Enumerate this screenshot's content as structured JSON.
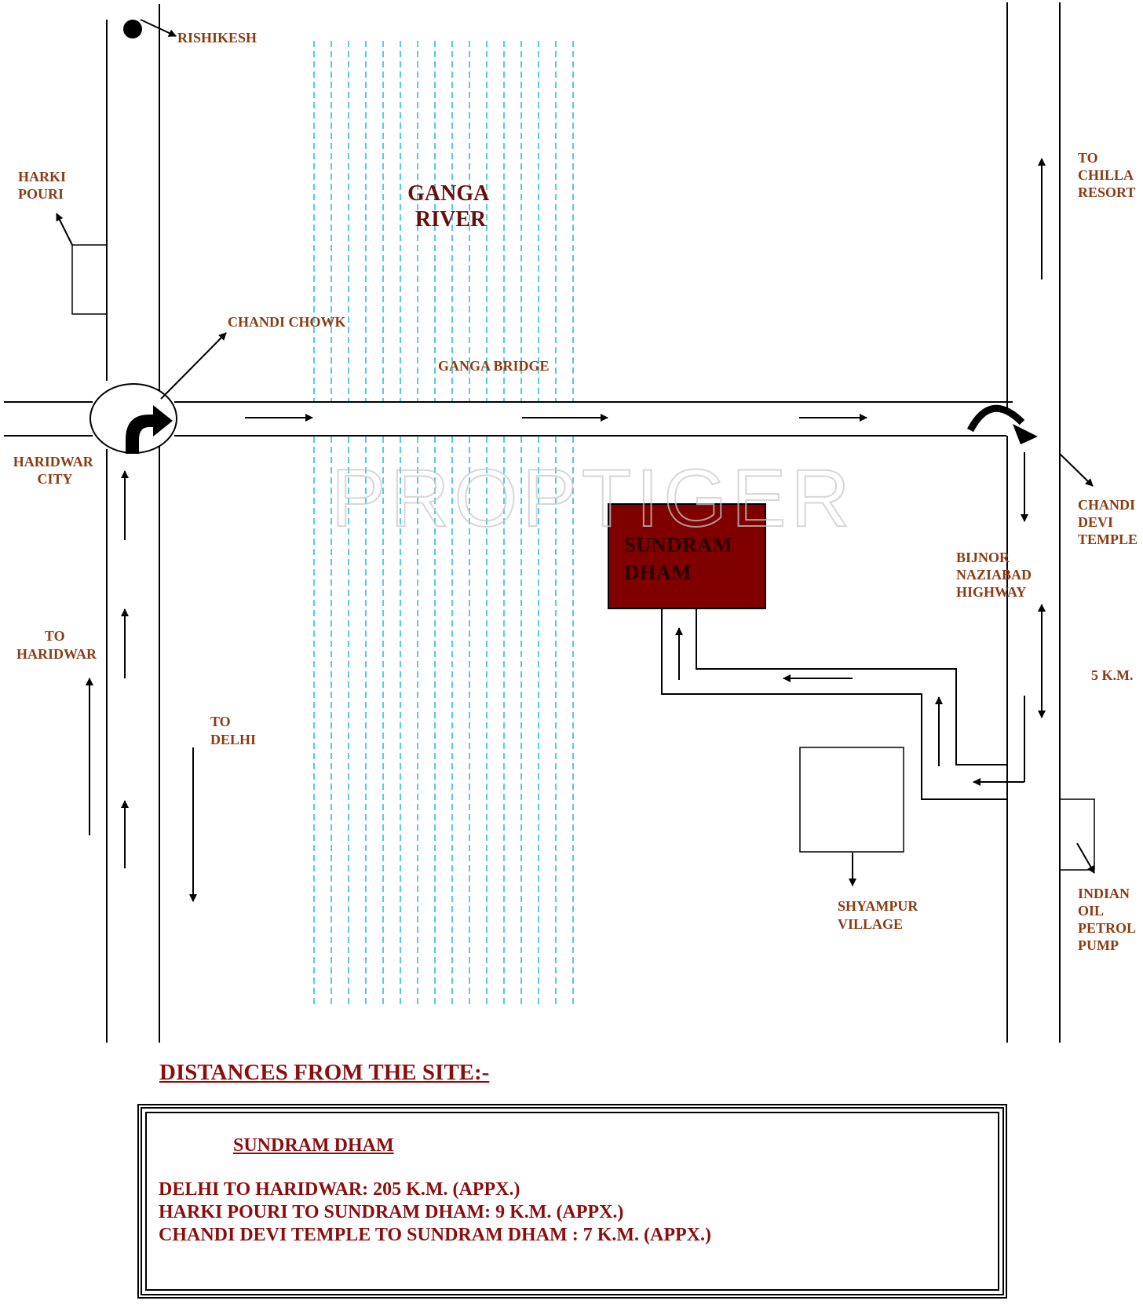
{
  "colors": {
    "label": "#8a3b12",
    "site_fill": "#800000",
    "river_dash": "#22b8d8",
    "heading": "#8b0d0d"
  },
  "watermark": "PROPTIGER",
  "map": {
    "labels": {
      "rishikesh": "RISHIKESH",
      "harki_pouri": [
        "HARKI",
        "POURI"
      ],
      "chandi_chowk": "CHANDI CHOWK",
      "ganga_river": [
        "GANGA",
        "RIVER"
      ],
      "ganga_bridge": "GANGA BRIDGE",
      "to_chilla_resort": [
        "TO",
        "CHILLA",
        "RESORT"
      ],
      "haridwar_city": [
        "HARIDWAR",
        "CITY"
      ],
      "to_haridwar": [
        "TO",
        "HARIDWAR"
      ],
      "to_delhi": [
        "TO",
        "DELHI"
      ],
      "sundram_dham": [
        "SUNDRAM",
        "DHAM"
      ],
      "chandi_devi_temple": [
        "CHANDI",
        "DEVI",
        "TEMPLE"
      ],
      "highway": [
        "BIJNOR",
        "NAZIABAD",
        "HIGHWAY"
      ],
      "distance_5km": "5 K.M.",
      "shyampur_village": [
        "SHYAMPUR",
        "VILLAGE"
      ],
      "petrol_pump": [
        "INDIAN",
        "OIL",
        "PETROL",
        "PUMP"
      ]
    }
  },
  "distances": {
    "heading": "DISTANCES FROM THE SITE:-",
    "box_title": "SUNDRAM DHAM",
    "lines": [
      "DELHI TO HARIDWAR: 205 K.M. (APPX.)",
      "HARKI POURI TO SUNDRAM DHAM: 9 K.M. (APPX.)",
      "CHANDI DEVI TEMPLE TO SUNDRAM DHAM : 7 K.M. (APPX.)"
    ]
  }
}
